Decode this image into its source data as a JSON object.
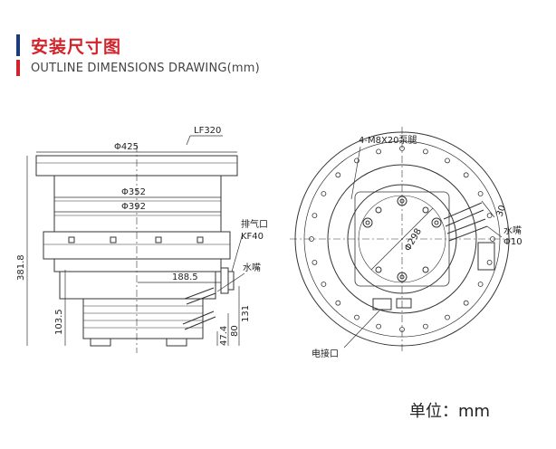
{
  "header": {
    "title_zh": "安装尺寸图",
    "title_en": "OUTLINE  DIMENSIONS DRAWING(mm)"
  },
  "unit_label": "单位：mm",
  "side_view": {
    "flange_label": "LF320",
    "dim_425": "Φ425",
    "dim_352": "Φ352",
    "dim_392": "Φ392",
    "exhaust_port": "排气口",
    "exhaust_port_spec": "KF40",
    "dim_188_5": "188.5",
    "water_nozzle": "水嘴",
    "dim_381_8": "381.8",
    "dim_103_5": "103.5",
    "dim_131": "131",
    "dim_80": "80",
    "dim_47_4": "47.4"
  },
  "top_view": {
    "pump_feet": "4-M8X20泵腿",
    "dim_298": "Φ298",
    "dim_30": "30",
    "water_nozzle": "水嘴",
    "dim_10": "Φ10",
    "electrical_port": "电接口"
  },
  "colors": {
    "title_red": "#d2232a",
    "bar_blue": "#1d3a7a",
    "line": "#333333"
  }
}
